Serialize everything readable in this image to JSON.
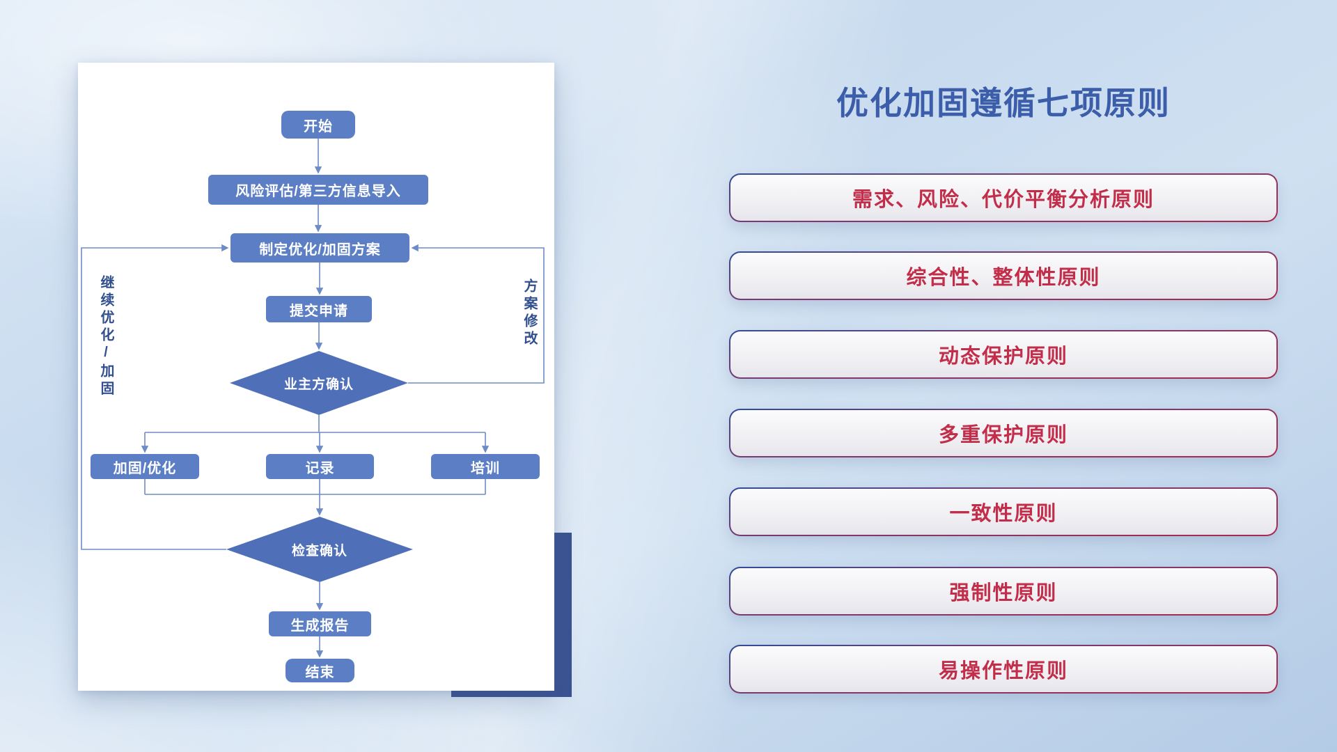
{
  "flowchart": {
    "nodes": {
      "start": "开始",
      "risk_import": "风险评估/第三方信息导入",
      "make_plan": "制定优化/加固方案",
      "submit": "提交申请",
      "owner_confirm": "业主方确认",
      "reinforce": "加固/优化",
      "record": "记录",
      "training": "培训",
      "check_confirm": "检查确认",
      "report": "生成报告",
      "end": "结束"
    },
    "loop_labels": {
      "continue_optimize": "继续优化/加固",
      "plan_revision": "方案修改"
    },
    "colors": {
      "node_fill": "#5b7ec5",
      "diamond_fill": "#4f70b8",
      "connector": "#6d8bc7",
      "loop_text": "#33508e",
      "accent_block": "#3a5392"
    }
  },
  "principles": {
    "title": "优化加固遵循七项原则",
    "items": [
      "需求、风险、代价平衡分析原则",
      "综合性、整体性原则",
      "动态保护原则",
      "多重保护原则",
      "一致性原则",
      "强制性原则",
      "易操作性原则"
    ],
    "colors": {
      "title_text": "#3c5da9",
      "item_text": "#c22e4a",
      "border_top": "#2f4d97",
      "border_bottom": "#a92a4e"
    }
  }
}
